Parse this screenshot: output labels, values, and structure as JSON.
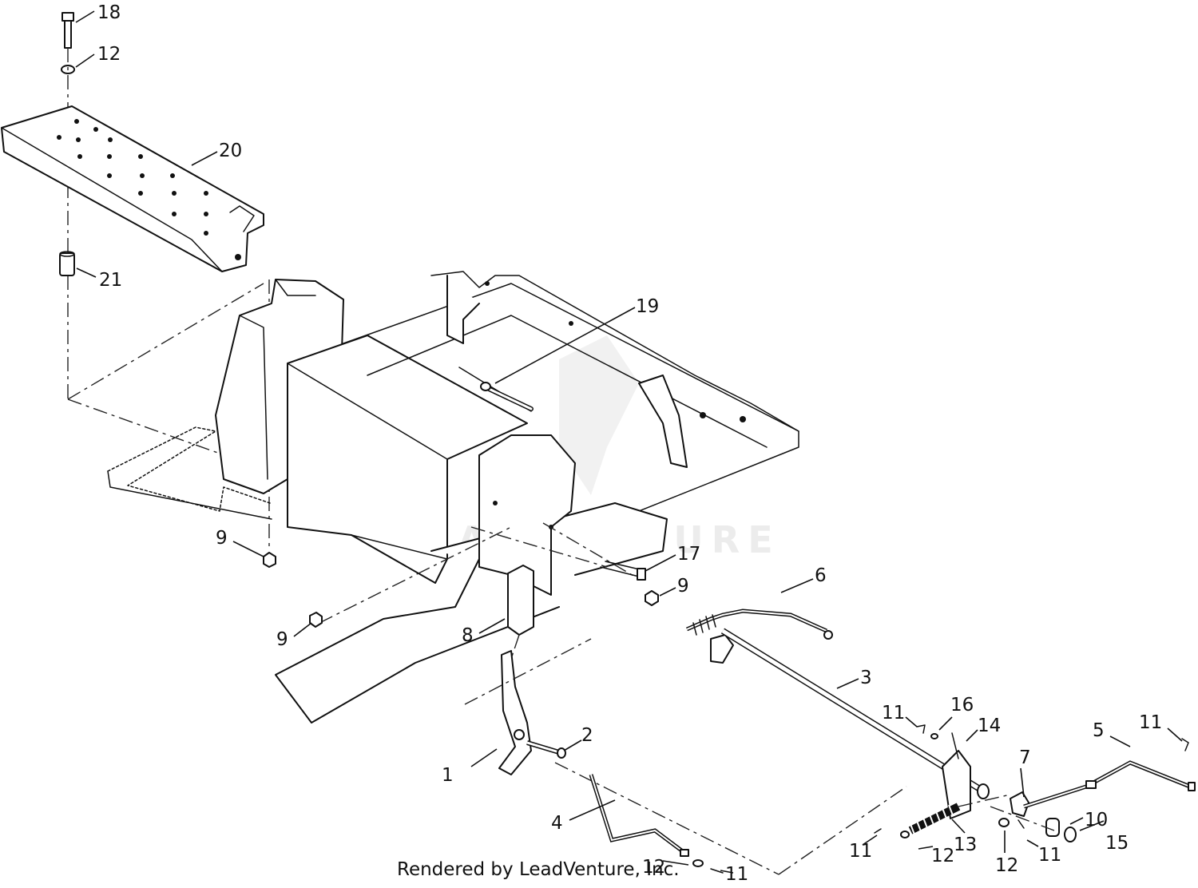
{
  "watermark": {
    "text": "LEADVENTURE"
  },
  "footer": {
    "text": "Rendered by LeadVenture, Inc."
  },
  "callouts": [
    {
      "label": "18"
    },
    {
      "label": "12"
    },
    {
      "label": "20"
    },
    {
      "label": "21"
    },
    {
      "label": "19"
    },
    {
      "label": "9"
    },
    {
      "label": "17"
    },
    {
      "label": "9"
    },
    {
      "label": "9"
    },
    {
      "label": "8"
    },
    {
      "label": "6"
    },
    {
      "label": "3"
    },
    {
      "label": "11"
    },
    {
      "label": "16"
    },
    {
      "label": "14"
    },
    {
      "label": "11"
    },
    {
      "label": "5"
    },
    {
      "label": "7"
    },
    {
      "label": "2"
    },
    {
      "label": "1"
    },
    {
      "label": "4"
    },
    {
      "label": "10"
    },
    {
      "label": "15"
    },
    {
      "label": "11"
    },
    {
      "label": "13"
    },
    {
      "label": "12"
    },
    {
      "label": "12"
    },
    {
      "label": "11"
    },
    {
      "label": "12"
    },
    {
      "label": "11"
    }
  ]
}
